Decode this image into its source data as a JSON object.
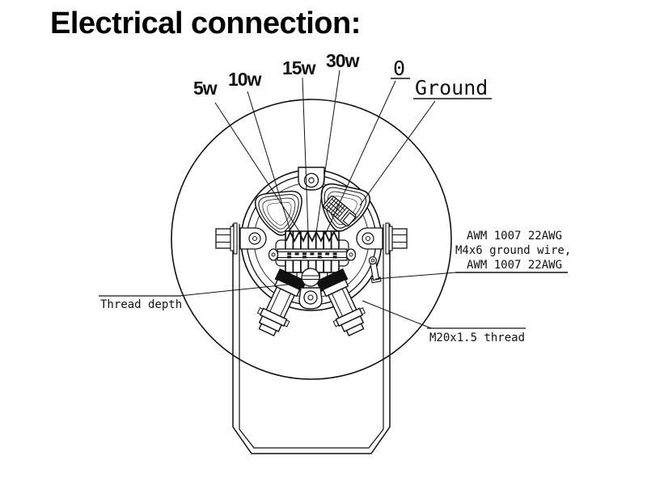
{
  "title": "Electrical connection:",
  "diagram": {
    "labels": {
      "w5": "5w",
      "w10": "10w",
      "w15": "15w",
      "w30": "30w",
      "zero": "0",
      "ground": "Ground",
      "thread_depth": "Thread depth",
      "wire_note_line1": "AWM 1007 22AWG",
      "wire_note_line2": "M4x6 ground wire,",
      "wire_note_line3": "AWM 1007 22AWG",
      "thread_note": "M20x1.5 thread"
    },
    "colors": {
      "line": "#111111",
      "background": "#ffffff",
      "text": "#000000"
    }
  }
}
